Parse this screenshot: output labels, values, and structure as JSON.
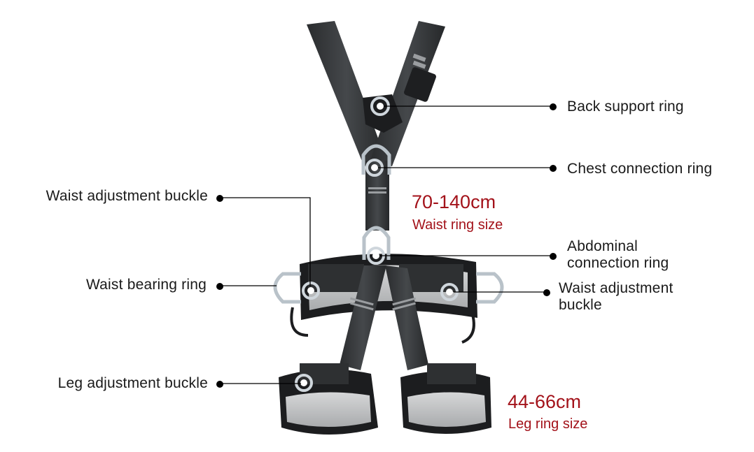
{
  "diagram": {
    "subject": "Full body safety harness",
    "callouts": [
      {
        "id": "back-support-ring",
        "label": "Back support ring"
      },
      {
        "id": "chest-connection-ring",
        "label": "Chest connection ring"
      },
      {
        "id": "waist-adjustment-buckle-left",
        "label": "Waist adjustment buckle"
      },
      {
        "id": "abdominal-connection-ring",
        "line1": "Abdominal",
        "line2": "connection ring"
      },
      {
        "id": "waist-bearing-ring",
        "label": "Waist bearing ring"
      },
      {
        "id": "waist-adjustment-buckle-right",
        "line1": "Waist adjustment",
        "line2": "buckle"
      },
      {
        "id": "leg-adjustment-buckle",
        "label": "Leg adjustment buckle"
      }
    ],
    "sizes": {
      "waist": {
        "value": "70-140cm",
        "caption": "Waist ring size"
      },
      "leg": {
        "value": "44-66cm",
        "caption": "Leg ring size"
      }
    },
    "colors": {
      "accent_red": "#a3121a",
      "strap": "#2f3133",
      "padding": "#c9cacb",
      "metal": "#b9c2c9",
      "leader_line": "#000000"
    }
  }
}
